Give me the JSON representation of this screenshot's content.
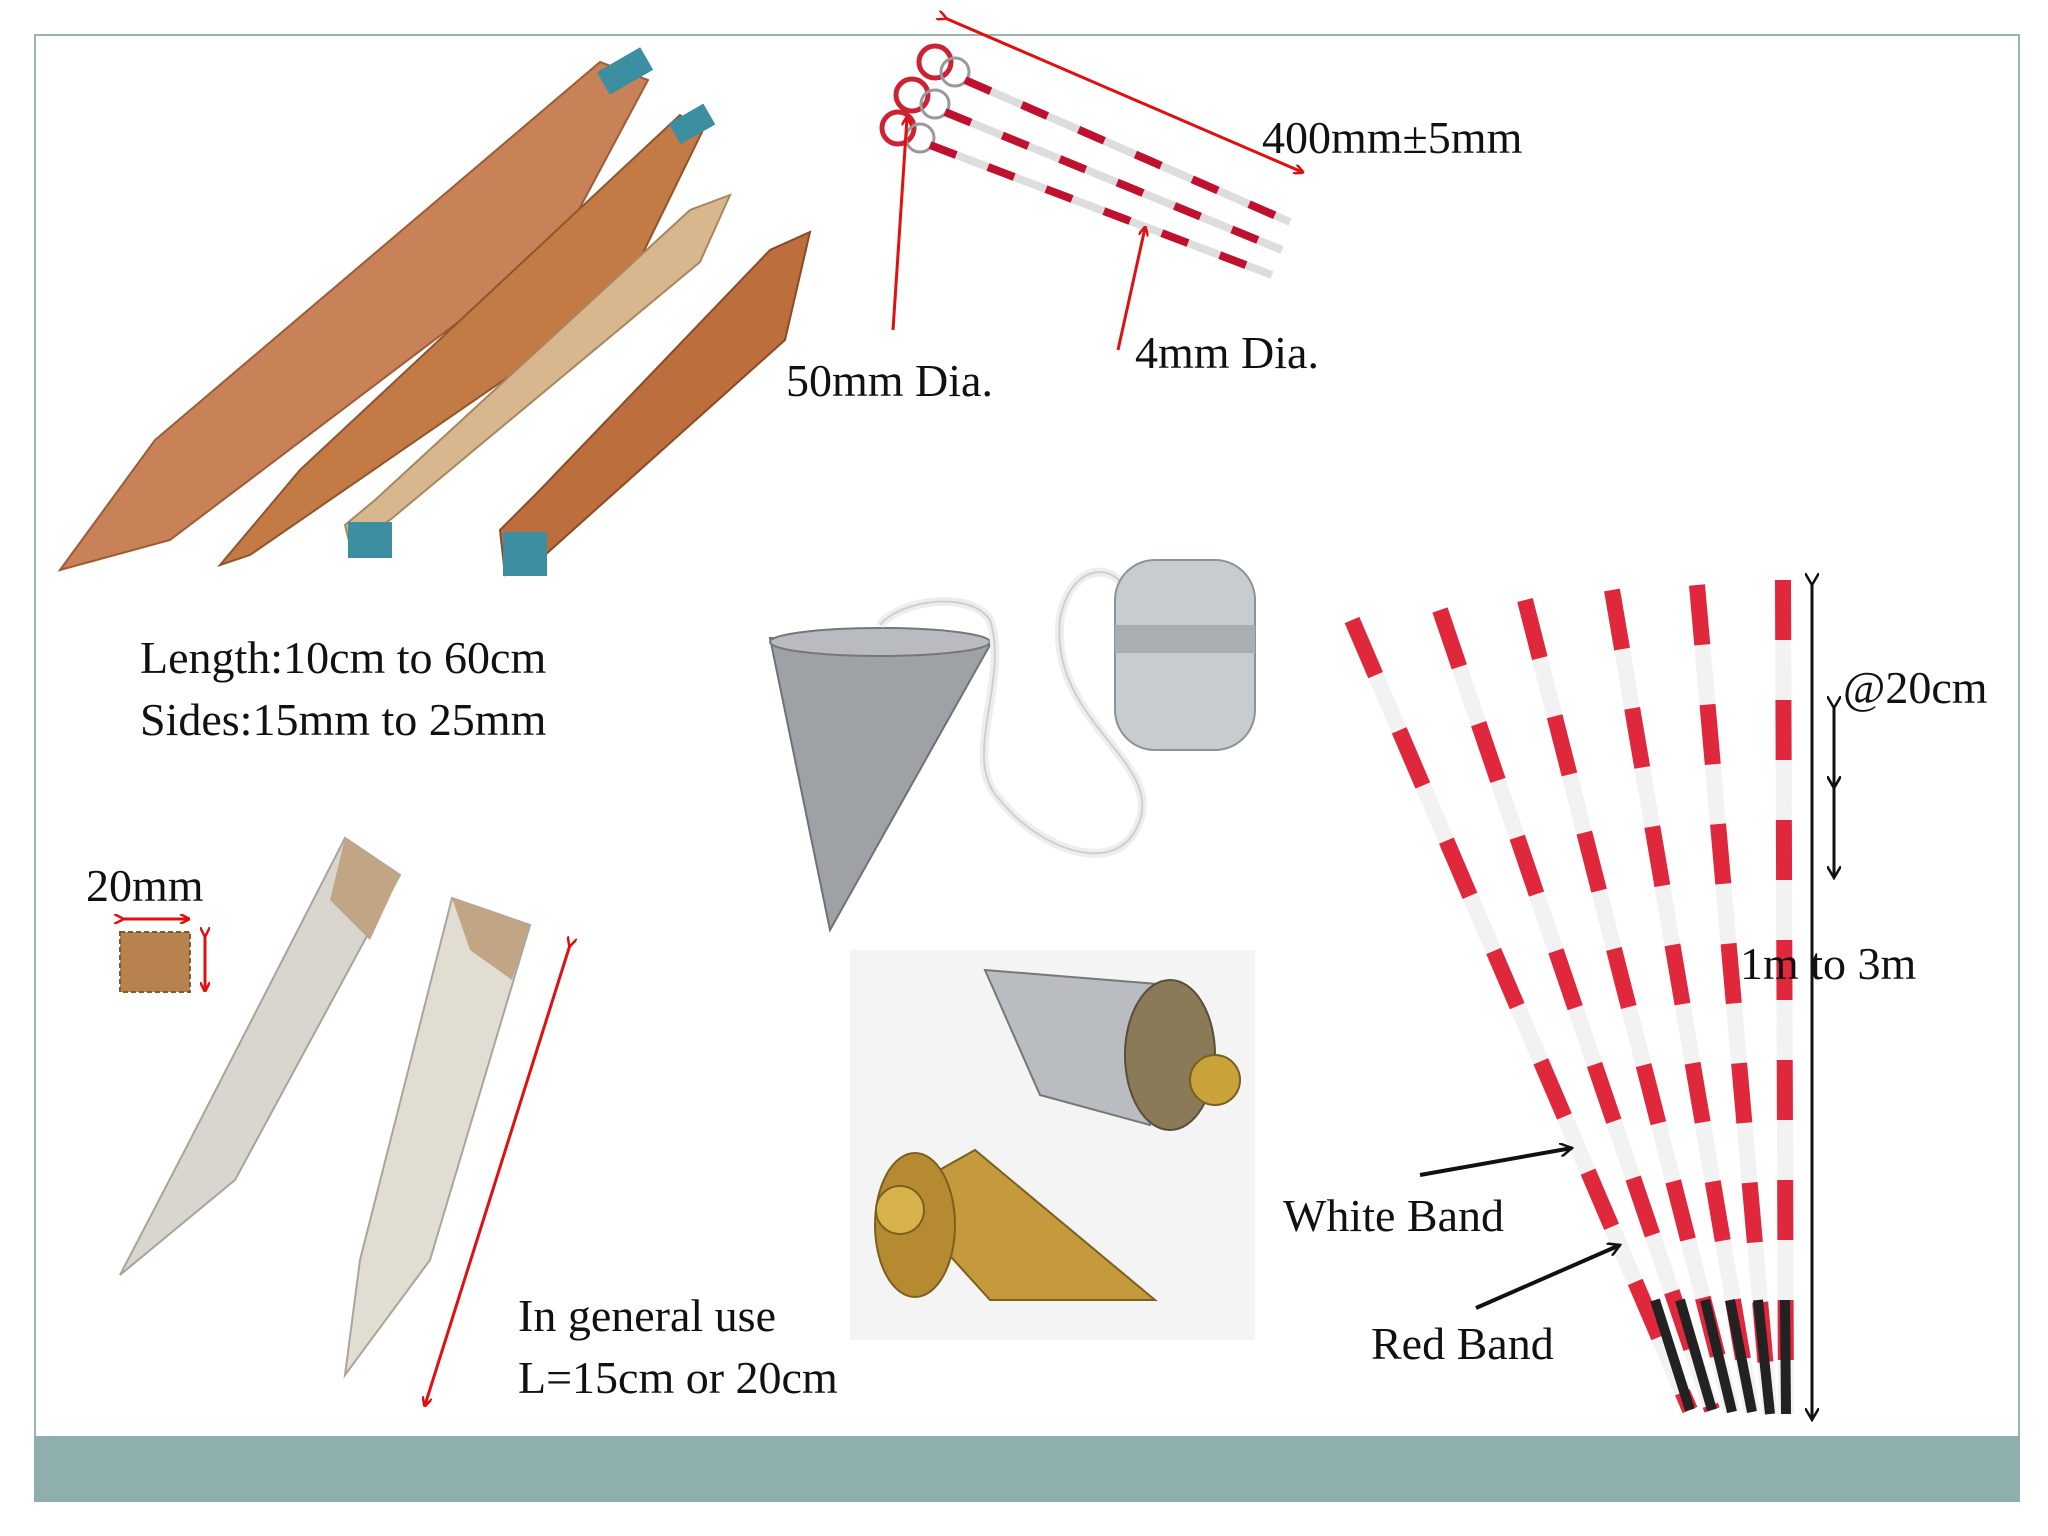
{
  "slide": {
    "accent_color": "#8faeae",
    "arrow_color": "#e01010"
  },
  "labels": {
    "pin_length": "400mm±5mm",
    "ring_dia": "50mm Dia.",
    "pin_dia": "4mm Dia.",
    "peg_length": "Length:10cm to 60cm",
    "peg_sides": "Sides:15mm to 25mm",
    "small_peg_side": "20mm",
    "small_peg_use_line1": "In general use",
    "small_peg_use_line2": "L=15cm or 20cm",
    "rod_spacing": "@20cm",
    "rod_length": "1m to 3m",
    "white_band": "White Band",
    "red_band": "Red Band"
  }
}
